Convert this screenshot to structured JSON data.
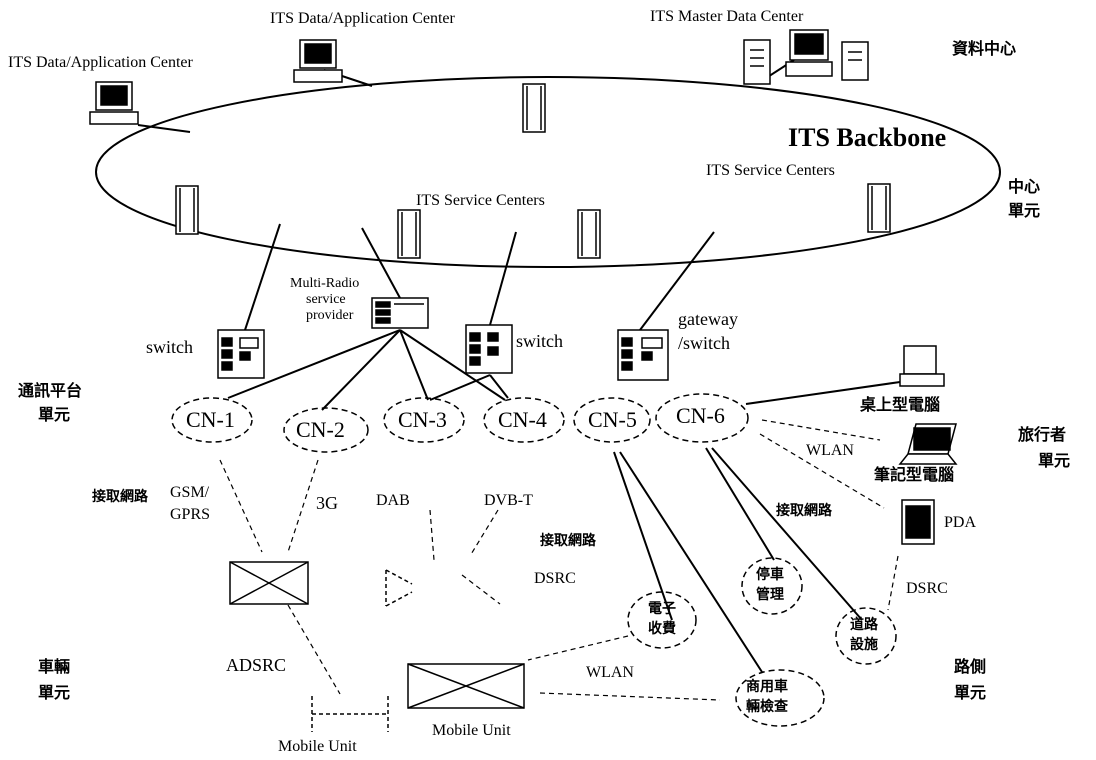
{
  "centers": {
    "data_app_1": "ITS Data/Application Center",
    "data_app_2": "ITS Data/Application Center",
    "master": "ITS Master Data Center"
  },
  "backbone": "ITS Backbone",
  "service_centers": [
    "ITS Service Centers",
    "ITS Service Centers"
  ],
  "multi_radio": [
    "Multi-Radio",
    "service",
    "provider"
  ],
  "switches": {
    "left": "switch",
    "middle": "switch",
    "gateway": [
      "gateway",
      "/switch"
    ]
  },
  "cn": [
    "CN-1",
    "CN-2",
    "CN-3",
    "CN-4",
    "CN-5",
    "CN-6"
  ],
  "access": {
    "gsm": [
      "GSM/",
      "GPRS"
    ],
    "g3": "3G",
    "dab": "DAB",
    "dvbt": "DVB-T",
    "dsrc_mid": "DSRC",
    "adsrc": "ADSRC",
    "wlan_bottom": "WLAN",
    "wlan_right": "WLAN",
    "dsrc_right": "DSRC"
  },
  "access_network": [
    "接取網路",
    "接取網路",
    "接取網路"
  ],
  "traveler_devices": {
    "desktop": "桌上型電腦",
    "notebook": "筆記型電腦",
    "pda": "PDA"
  },
  "roadside": {
    "etc": [
      "電子",
      "收費"
    ],
    "parking": [
      "停車",
      "管理"
    ],
    "road": [
      "道路",
      "設施"
    ],
    "commercial": [
      "商用車",
      "輛檢查"
    ]
  },
  "mobile_units": [
    "Mobile Unit",
    "Mobile Unit"
  ],
  "zones": {
    "data_center": "資料中心",
    "center_unit": [
      "中心",
      "單元"
    ],
    "comm_platform": [
      "通訊平台",
      "單元"
    ],
    "traveler": [
      "旅行者",
      "單元"
    ],
    "vehicle": [
      "車輛",
      "單元"
    ],
    "roadside": [
      "路側",
      "單元"
    ]
  }
}
